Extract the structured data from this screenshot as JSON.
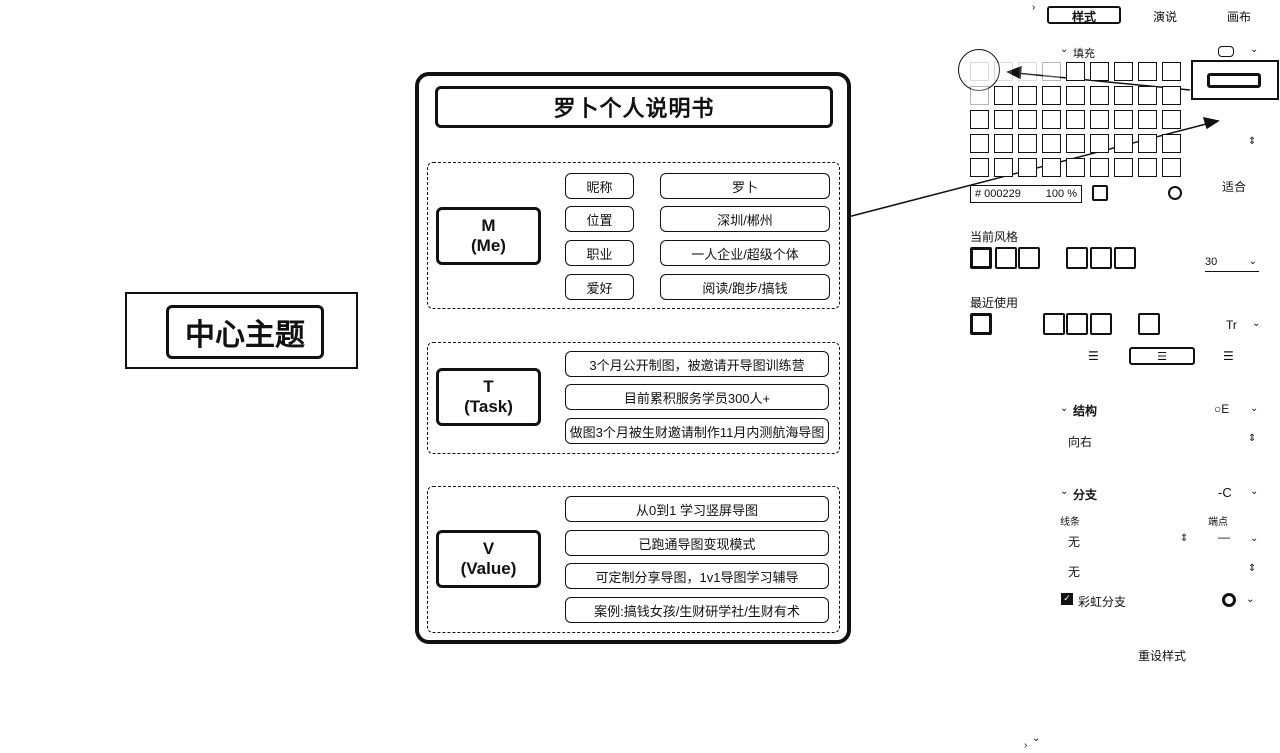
{
  "panel_tabs": {
    "style": "样式",
    "present": "演说",
    "canvas": "画布"
  },
  "fill": {
    "label": "填充",
    "hex": "# 000229",
    "opacity": "100 %",
    "fit": "适合"
  },
  "style_section": {
    "current_style": "当前风格",
    "font_size": "30",
    "recent_used": "最近使用",
    "text_style": "Tr"
  },
  "structure": {
    "title": "结构",
    "value": "向右"
  },
  "branch": {
    "title": "分支",
    "line_label": "线条",
    "endpoint_label": "端点",
    "line_value": "无",
    "second_value": "无",
    "rainbow_label": "彩虹分支",
    "rainbow_checked": true
  },
  "reset_label": "重设样式",
  "central_topic": "中心主题",
  "poster": {
    "title": "罗卜个人说明书",
    "sections": [
      {
        "line1": "M",
        "line2": "(Me)",
        "pairs": [
          {
            "key": "昵称",
            "value": "罗卜"
          },
          {
            "key": "位置",
            "value": "深圳/郴州"
          },
          {
            "key": "职业",
            "value": "一人企业/超级个体"
          },
          {
            "key": "爱好",
            "value": "阅读/跑步/搞钱"
          }
        ]
      },
      {
        "line1": "T",
        "line2": "(Task)",
        "items": [
          "3个月公开制图，被邀请开导图训练营",
          "目前累积服务学员300人+",
          "做图3个月被生财邀请制作11月内测航海导图"
        ]
      },
      {
        "line1": "V",
        "line2": "(Value)",
        "items": [
          "从0到1 学习竖屏导图",
          "已跑通导图变现模式",
          "可定制分享导图，1v1导图学习辅导",
          "案例:搞钱女孩/生财研学社/生财有术"
        ]
      }
    ]
  }
}
